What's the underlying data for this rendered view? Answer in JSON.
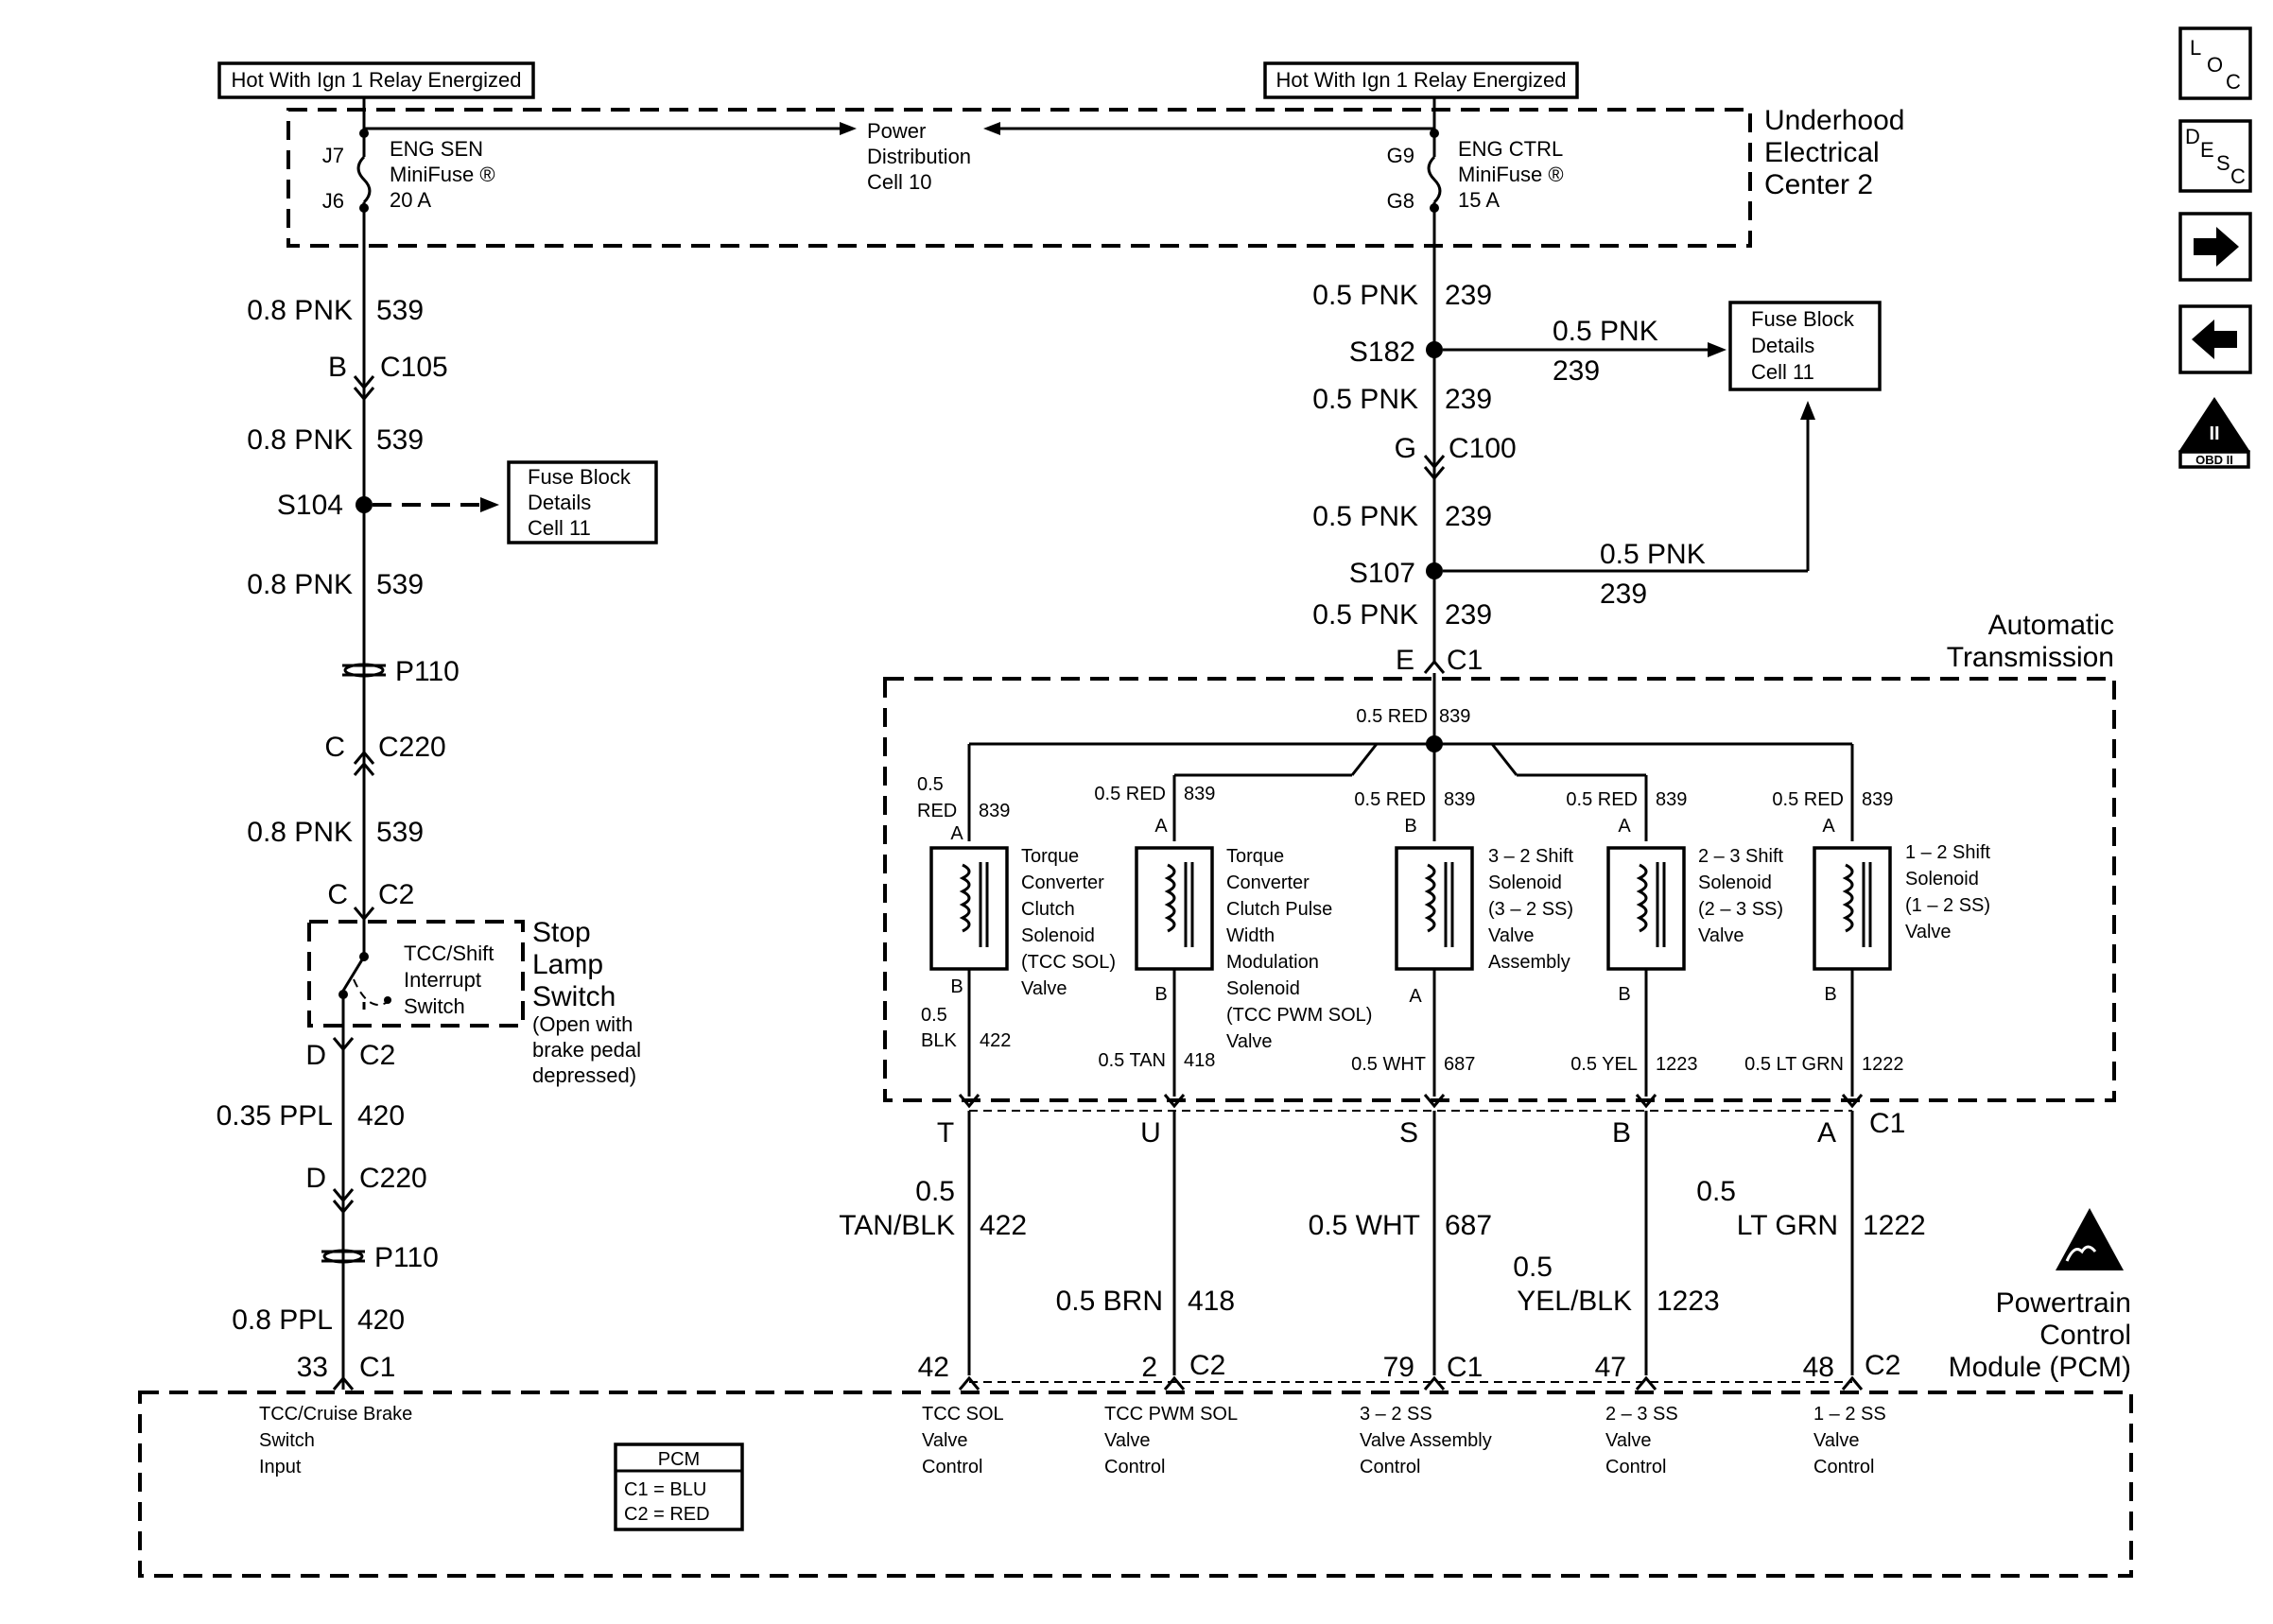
{
  "hot_left": "Hot With Ign 1 Relay Energized",
  "hot_right": "Hot With Ign 1 Relay Energized",
  "underhood": [
    "Underhood",
    "Electrical",
    "Center 2"
  ],
  "power_dist": [
    "Power",
    "Distribution",
    "Cell 10"
  ],
  "fuse_left": {
    "pin_top": "J7",
    "pin_bot": "J6",
    "name": "ENG SEN",
    "type": "MiniFuse ®",
    "rating": "20 A"
  },
  "fuse_right": {
    "pin_top": "G9",
    "pin_bot": "G8",
    "name": "ENG CTRL",
    "type": "MiniFuse ®",
    "rating": "15 A"
  },
  "left": {
    "w1_color": "0.8 PNK",
    "w1_num": "539",
    "c105_pin": "B",
    "c105": "C105",
    "w2_color": "0.8 PNK",
    "w2_num": "539",
    "s104": "S104",
    "w3_color": "0.8 PNK",
    "w3_num": "539",
    "p110a": "P110",
    "c220a_pin": "C",
    "c220a": "C220",
    "w4_color": "0.8 PNK",
    "w4_num": "539",
    "c2a_pin": "C",
    "c2a": "C2",
    "c2b_pin": "D",
    "c2b": "C2",
    "w5_color": "0.35 PPL",
    "w5_num": "420",
    "c220b_pin": "D",
    "c220b": "C220",
    "p110b": "P110",
    "w6_color": "0.8 PPL",
    "w6_num": "420",
    "pcm_pin": "33",
    "pcm_conn": "C1"
  },
  "fuse_block_left": [
    "Fuse Block",
    "Details",
    "Cell 11"
  ],
  "switch": {
    "inner": [
      "TCC/Shift",
      "Interrupt",
      "Switch"
    ],
    "outer": [
      "Stop",
      "Lamp",
      "Switch"
    ],
    "note": [
      "(Open with",
      "brake pedal",
      "depressed)"
    ]
  },
  "right": {
    "w1_color": "0.5 PNK",
    "w1_num": "239",
    "s182": "S182",
    "branch1_color": "0.5 PNK",
    "branch1_num": "239",
    "w2_color": "0.5 PNK",
    "w2_num": "239",
    "c100_pin": "G",
    "c100": "C100",
    "w3_color": "0.5 PNK",
    "w3_num": "239",
    "s107": "S107",
    "branch2_color": "0.5 PNK",
    "branch2_num": "239",
    "w4_color": "0.5 PNK",
    "w4_num": "239",
    "c1_pin": "E",
    "c1": "C1"
  },
  "fuse_block_right": [
    "Fuse Block",
    "Details",
    "Cell 11"
  ],
  "at_label": [
    "Automatic",
    "Transmission"
  ],
  "feed_color": "0.5 RED",
  "feed_num": "839",
  "solenoids": [
    {
      "top_color_a": "0.5",
      "top_color_b": "RED",
      "top_num": "839",
      "top_pin": "A",
      "bot_pin": "B",
      "bot_color_a": "0.5",
      "bot_color_b": "BLK",
      "bot_num": "422",
      "desc": [
        "Torque",
        "Converter",
        "Clutch",
        "Solenoid",
        "(TCC SOL)",
        "Valve"
      ],
      "conn_pin": "T",
      "ext_color_a": "0.5",
      "ext_color_b": "TAN/BLK",
      "ext_num": "422",
      "pcm_pin": "42",
      "pcm_conn": "",
      "pcm_label": [
        "TCC SOL",
        "Valve",
        "Control"
      ]
    },
    {
      "top_color_a": "0.5 RED",
      "top_color_b": "",
      "top_num": "839",
      "top_pin": "A",
      "bot_pin": "B",
      "bot_color_a": "0.5 TAN",
      "bot_color_b": "",
      "bot_num": "418",
      "desc": [
        "Torque",
        "Converter",
        "Clutch Pulse",
        "Width",
        "Modulation",
        "Solenoid",
        "(TCC PWM SOL)",
        "Valve"
      ],
      "conn_pin": "U",
      "ext_color_a": "0.5 BRN",
      "ext_color_b": "",
      "ext_num": "418",
      "pcm_pin": "2",
      "pcm_conn": "C2",
      "pcm_label": [
        "TCC PWM SOL",
        "Valve",
        "Control"
      ]
    },
    {
      "top_color_a": "0.5 RED",
      "top_color_b": "",
      "top_num": "839",
      "top_pin": "B",
      "bot_pin": "A",
      "bot_color_a": "0.5 WHT",
      "bot_color_b": "",
      "bot_num": "687",
      "desc": [
        "3 – 2 Shift",
        "Solenoid",
        "(3 – 2 SS)",
        "Valve",
        "Assembly"
      ],
      "conn_pin": "S",
      "ext_color_a": "0.5 WHT",
      "ext_color_b": "",
      "ext_num": "687",
      "pcm_pin": "79",
      "pcm_conn": "C1",
      "pcm_label": [
        "3 – 2 SS",
        "Valve Assembly",
        "Control"
      ]
    },
    {
      "top_color_a": "0.5 RED",
      "top_color_b": "",
      "top_num": "839",
      "top_pin": "A",
      "bot_pin": "B",
      "bot_color_a": "0.5 YEL",
      "bot_color_b": "",
      "bot_num": "1223",
      "desc": [
        "2 – 3 Shift",
        "Solenoid",
        "(2 – 3 SS)",
        "Valve"
      ],
      "conn_pin": "B",
      "ext_color_a": "0.5",
      "ext_color_b": "YEL/BLK",
      "ext_num": "1223",
      "pcm_pin": "47",
      "pcm_conn": "",
      "pcm_label": [
        "2 – 3 SS",
        "Valve",
        "Control"
      ]
    },
    {
      "top_color_a": "0.5 RED",
      "top_color_b": "",
      "top_num": "839",
      "top_pin": "A",
      "bot_pin": "B",
      "bot_color_a": "0.5 LT GRN",
      "bot_color_b": "",
      "bot_num": "1222",
      "desc": [
        "1 – 2 Shift",
        "Solenoid",
        "(1 – 2 SS)",
        "Valve"
      ],
      "conn_pin": "A",
      "ext_color_a": "0.5",
      "ext_color_b": "LT GRN",
      "ext_num": "1222",
      "pcm_pin": "48",
      "pcm_conn": "C2",
      "pcm_label": [
        "1 – 2 SS",
        "Valve",
        "Control"
      ]
    }
  ],
  "trans_conn": "C1",
  "pcm_title": [
    "Powertrain",
    "Control",
    "Module (PCM)"
  ],
  "pcm_input_label": [
    "TCC/Cruise Brake",
    "Switch",
    "Input"
  ],
  "pcm_table": {
    "title": "PCM",
    "row1": "C1 = BLU",
    "row2": "C2 = RED"
  },
  "nav": {
    "loc_l": "L",
    "loc_o": "O",
    "loc_c": "C",
    "desc_d": "D",
    "desc_e": "E",
    "desc_s": "S",
    "desc_c": "C",
    "obd_top": "II",
    "obd_label": "OBD II"
  }
}
